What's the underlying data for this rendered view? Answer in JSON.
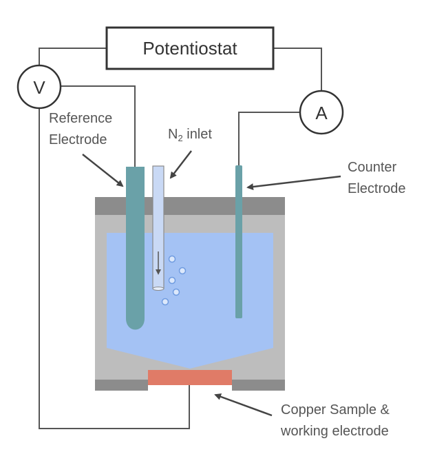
{
  "potentiostat": {
    "label": "Potentiostat"
  },
  "voltmeter": {
    "label": "V"
  },
  "ammeter": {
    "label": "A"
  },
  "reference_electrode": {
    "line1": "Reference",
    "line2": "Electrode"
  },
  "n2_inlet": {
    "label_main": "N",
    "label_sub": "2",
    "label_rest": " inlet"
  },
  "counter_electrode": {
    "line1": "Counter",
    "line2": "Electrode"
  },
  "copper_sample": {
    "line1": "Copper Sample &",
    "line2": "working electrode"
  },
  "colors": {
    "cell_gray": "#bdbdbd",
    "lid_gray": "#8c8c8c",
    "electrolyte_blue": "#a4c2f4",
    "electrode_teal": "#6aa1a8",
    "inlet_tube": "#c9d9f5",
    "copper": "#e07b67",
    "wire": "#555555"
  }
}
